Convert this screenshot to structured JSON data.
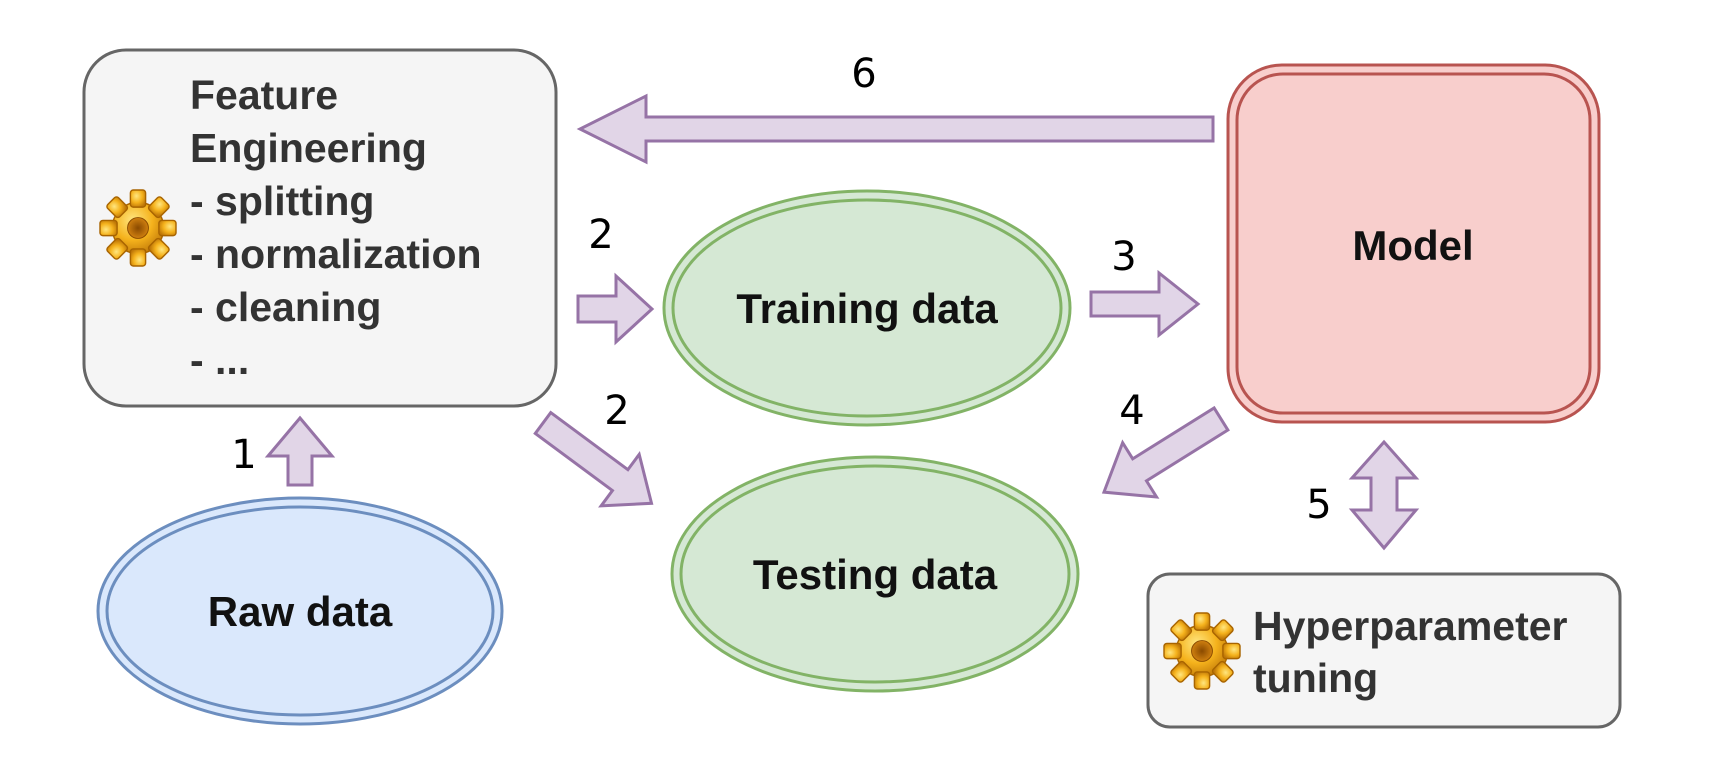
{
  "nodes": {
    "feature_engineering": {
      "lines": [
        "Feature",
        "Engineering",
        "- splitting",
        "- normalization",
        "- cleaning",
        "- ..."
      ],
      "icon": "gear-icon",
      "fill": "#f5f5f5",
      "stroke": "#666666"
    },
    "raw_data": {
      "label": "Raw data",
      "fill": "#dae8fc",
      "stroke": "#6c8ebf"
    },
    "training_data": {
      "label": "Training data",
      "fill": "#d5e8d4",
      "stroke": "#82b366"
    },
    "testing_data": {
      "label": "Testing data",
      "fill": "#d5e8d4",
      "stroke": "#82b366"
    },
    "model": {
      "label": "Model",
      "fill": "#f8cecc",
      "stroke": "#b85450"
    },
    "hyperparameter_tuning": {
      "lines": [
        "Hyperparameter",
        "tuning"
      ],
      "icon": "gear-icon",
      "fill": "#f5f5f5",
      "stroke": "#666666"
    }
  },
  "arrows": {
    "fill": "#e1d5e7",
    "stroke": "#9673a6",
    "steps": [
      {
        "from": "raw_data",
        "to": "feature_engineering",
        "label": "1"
      },
      {
        "from": "feature_engineering",
        "to": "training_data",
        "label": "2"
      },
      {
        "from": "feature_engineering",
        "to": "testing_data",
        "label": "2"
      },
      {
        "from": "training_data",
        "to": "model",
        "label": "3"
      },
      {
        "from": "model",
        "to": "testing_data",
        "label": "4"
      },
      {
        "from": "model",
        "to": "hyperparameter_tuning",
        "label": "5"
      },
      {
        "from": "model",
        "to": "feature_engineering",
        "label": "6"
      }
    ]
  }
}
